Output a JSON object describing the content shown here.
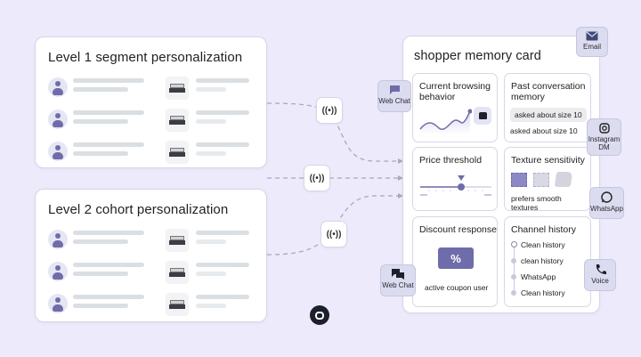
{
  "panels": {
    "level1": {
      "title": "Level 1 segment personalization"
    },
    "level2": {
      "title": "Level 2 cohort personalization"
    }
  },
  "connectors": {
    "nodes": [
      {
        "icon": "broadcast-icon",
        "symbol": "((•))"
      },
      {
        "icon": "broadcast-icon",
        "symbol": "((•))"
      },
      {
        "icon": "broadcast-icon",
        "symbol": "((•))"
      }
    ]
  },
  "memory_card": {
    "title": "shopper memory card",
    "cells": {
      "browsing": {
        "title": "Current browsing behavior"
      },
      "conversation": {
        "title": "Past conversation memory",
        "chip1": "asked about size 10",
        "chip2": "asked about size 10"
      },
      "price": {
        "title": "Price threshold"
      },
      "texture": {
        "title": "Texture sensitivity",
        "note": "prefers smooth textures"
      },
      "discount": {
        "title": "Discount response",
        "note": "active coupon user",
        "ticket_symbol": "%"
      },
      "channel_history": {
        "title": "Channel history",
        "items": [
          "Clean history",
          "clean history",
          "WhatsApp",
          "Clean history"
        ]
      }
    }
  },
  "channels": {
    "email": "Email",
    "web_chat_top": "Web Chat",
    "instagram": "Instagram DM",
    "whatsapp": "WhatsApp",
    "web_chat_bottom": "Web Chat",
    "voice": "Voice"
  },
  "colors": {
    "background": "#eceafb",
    "accent": "#6f6cab",
    "channel_badge": "#dcdcf0",
    "connector": "#a9a8bd"
  }
}
